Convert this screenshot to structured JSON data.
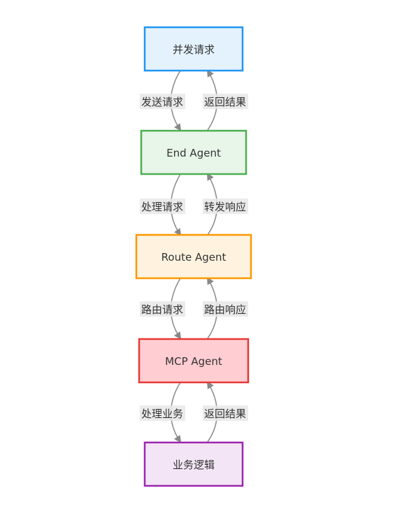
{
  "nodes": [
    {
      "id": "concurrent",
      "label": "并发请求",
      "fill": "#e3f2fd",
      "stroke": "#2196f3"
    },
    {
      "id": "end",
      "label": "End Agent",
      "fill": "#e8f5e9",
      "stroke": "#4caf50"
    },
    {
      "id": "route",
      "label": "Route Agent",
      "fill": "#fff3e0",
      "stroke": "#ff9800"
    },
    {
      "id": "mcp",
      "label": "MCP Agent",
      "fill": "#ffcdd2",
      "stroke": "#e53935"
    },
    {
      "id": "business",
      "label": "业务逻辑",
      "fill": "#f3e5f5",
      "stroke": "#9c27b0"
    }
  ],
  "edges": [
    {
      "from": "concurrent",
      "to": "end",
      "down_label": "发送请求",
      "up_label": "返回结果"
    },
    {
      "from": "end",
      "to": "route",
      "down_label": "处理请求",
      "up_label": "转发响应"
    },
    {
      "from": "route",
      "to": "mcp",
      "down_label": "路由请求",
      "up_label": "路由响应"
    },
    {
      "from": "mcp",
      "to": "business",
      "down_label": "处理业务",
      "up_label": "返回结果"
    }
  ],
  "colors": {
    "edge": "#888888",
    "label_bg": "#e8e8e8",
    "text": "#333333"
  }
}
